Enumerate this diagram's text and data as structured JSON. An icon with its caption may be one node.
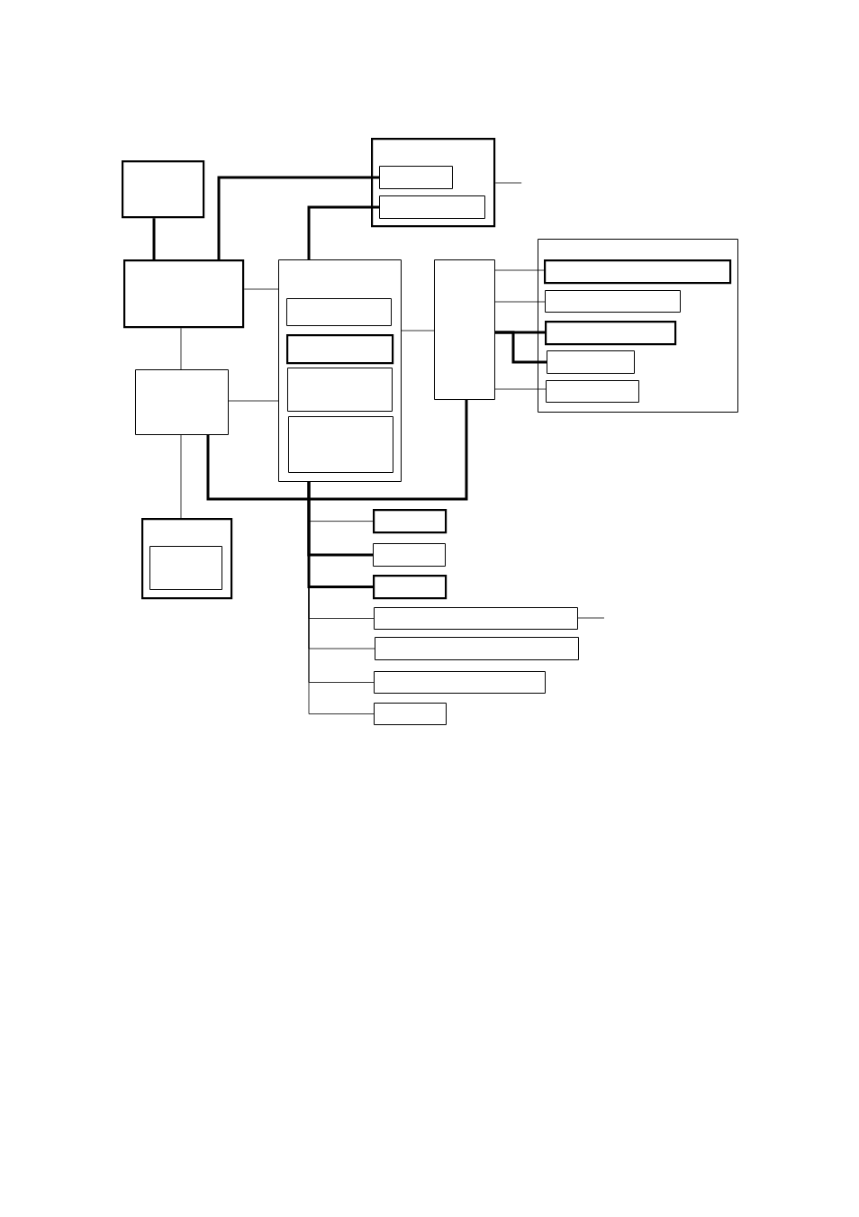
{
  "diagram": {
    "nodes": [
      {
        "text": [],
        "shape": "box"
      },
      {
        "text": [],
        "shape": "box"
      },
      {
        "text": [],
        "shape": "box",
        "in": 1
      },
      {
        "text": [],
        "shape": "box",
        "in": 1
      },
      {
        "text": [],
        "shape": "box"
      },
      {
        "text": [],
        "shape": "box"
      },
      {
        "text": [],
        "shape": "box",
        "in": 5
      },
      {
        "text": [],
        "shape": "box",
        "in": 5
      },
      {
        "text": [],
        "shape": "box",
        "in": 5
      },
      {
        "text": [],
        "shape": "box",
        "in": 5
      },
      {
        "text": [],
        "shape": "box"
      },
      {
        "text": [],
        "shape": "box"
      },
      {
        "text": [],
        "shape": "box",
        "in": 11
      },
      {
        "text": [],
        "shape": "box",
        "in": 11
      },
      {
        "text": [],
        "shape": "box",
        "in": 11
      },
      {
        "text": [],
        "shape": "box",
        "in": 11
      },
      {
        "text": [],
        "shape": "box",
        "in": 11
      },
      {
        "text": [],
        "shape": "box"
      },
      {
        "text": [],
        "shape": "box"
      },
      {
        "text": [],
        "shape": "box",
        "in": 18
      },
      {
        "text": [],
        "shape": "box"
      },
      {
        "text": [],
        "shape": "box"
      },
      {
        "text": [],
        "shape": "box"
      },
      {
        "text": [],
        "shape": "box"
      },
      {
        "text": [],
        "shape": "box"
      },
      {
        "text": [],
        "shape": "box"
      },
      {
        "text": [],
        "shape": "box"
      }
    ],
    "edges": [
      {
        "from": 0,
        "to": 4,
        "arrow": "none",
        "style": "thick"
      },
      {
        "from": 4,
        "to": 2,
        "arrow": "none",
        "style": "thick"
      },
      {
        "from": 5,
        "to": 3,
        "arrow": "none",
        "style": "thick"
      },
      {
        "from": 4,
        "to": 5,
        "arrow": "none"
      },
      {
        "from": 4,
        "to": 17,
        "arrow": "none"
      },
      {
        "from": 17,
        "to": 5,
        "arrow": "none"
      },
      {
        "from": 17,
        "to": 18,
        "arrow": "none"
      },
      {
        "from": 17,
        "to": 10,
        "arrow": "none",
        "style": "thick"
      },
      {
        "from": 5,
        "to": 10,
        "arrow": "none"
      },
      {
        "from": 10,
        "to": 12,
        "arrow": "none"
      },
      {
        "from": 10,
        "to": 13,
        "arrow": "none"
      },
      {
        "from": 10,
        "to": 14,
        "arrow": "none",
        "style": "thick"
      },
      {
        "from": 10,
        "to": 15,
        "arrow": "none",
        "style": "thick"
      },
      {
        "from": 10,
        "to": 16,
        "arrow": "none"
      },
      {
        "from": 5,
        "to": 20,
        "arrow": "none"
      },
      {
        "from": 5,
        "to": 21,
        "arrow": "none",
        "style": "thick"
      },
      {
        "from": 5,
        "to": 22,
        "arrow": "none",
        "style": "thick"
      },
      {
        "from": 5,
        "to": 23,
        "arrow": "none"
      },
      {
        "from": 5,
        "to": 24,
        "arrow": "none"
      },
      {
        "from": 5,
        "to": 25,
        "arrow": "none"
      },
      {
        "from": 5,
        "to": 26,
        "arrow": "none"
      },
      {
        "from": 1,
        "to": null,
        "arrow": "none"
      },
      {
        "from": 23,
        "to": null,
        "arrow": "none"
      }
    ]
  }
}
